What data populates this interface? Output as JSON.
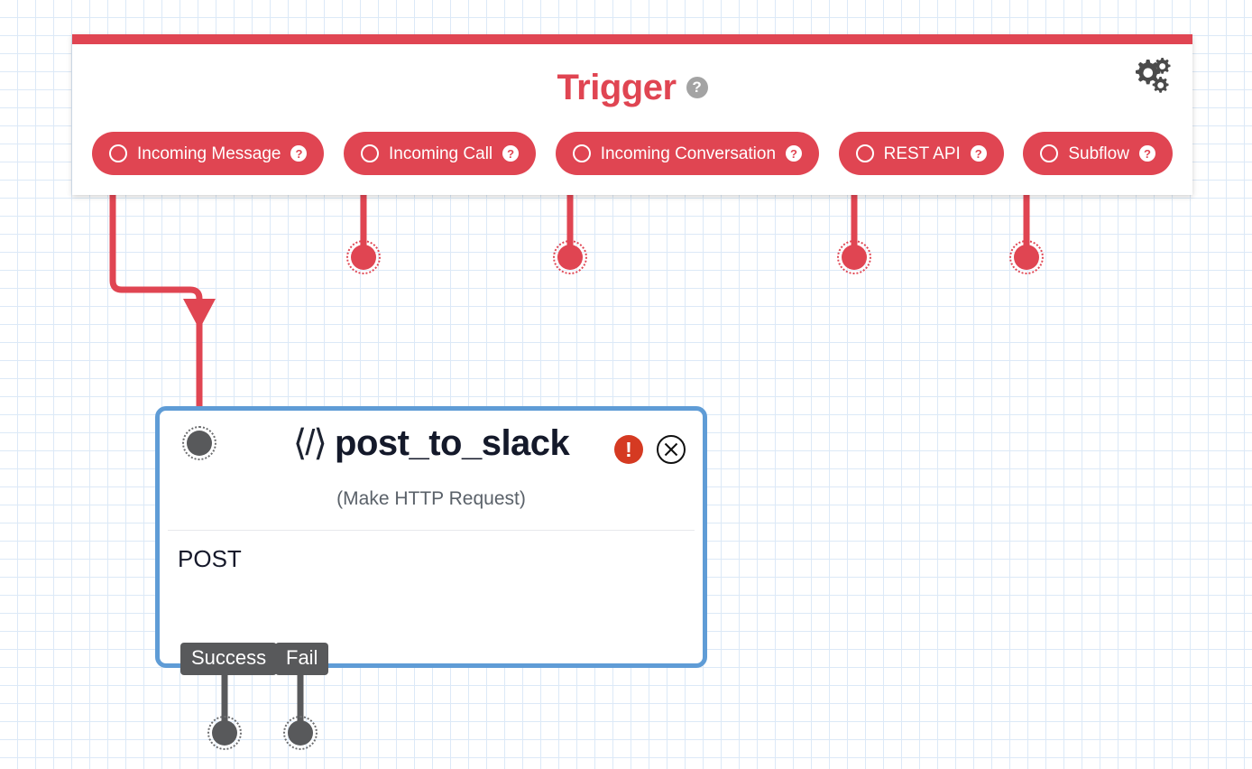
{
  "canvas": {
    "grid": "20px light-blue grid",
    "background_color": "#ffffff",
    "grid_color": "#dce9f7"
  },
  "colors": {
    "trigger_red": "#e04552",
    "node_blue": "#5f9cd6",
    "port_gray": "#58595b",
    "error_red": "#d53a22",
    "help_gray": "#a3a3a3"
  },
  "trigger_panel": {
    "title": "Trigger",
    "help_icon": "help-icon",
    "settings_icon": "gears-icon",
    "pills": [
      {
        "label": "Incoming Message",
        "icon": "radio-circle-icon",
        "help": "?"
      },
      {
        "label": "Incoming Call",
        "icon": "radio-circle-icon",
        "help": "?"
      },
      {
        "label": "Incoming Conversation",
        "icon": "radio-circle-icon",
        "help": "?"
      },
      {
        "label": "REST API",
        "icon": "radio-circle-icon",
        "help": "?"
      },
      {
        "label": "Subflow",
        "icon": "radio-circle-icon",
        "help": "?"
      }
    ]
  },
  "node": {
    "icon": "code-icon",
    "code_glyph": "⟨/⟩",
    "title": "post_to_slack",
    "subtitle": "(Make HTTP Request)",
    "method": "POST",
    "error_glyph": "!",
    "error_icon": "error-exclamation-icon",
    "close_icon": "close-circle-icon",
    "outputs": [
      {
        "label": "Success",
        "name": "success"
      },
      {
        "label": "Fail",
        "name": "fail"
      }
    ]
  }
}
